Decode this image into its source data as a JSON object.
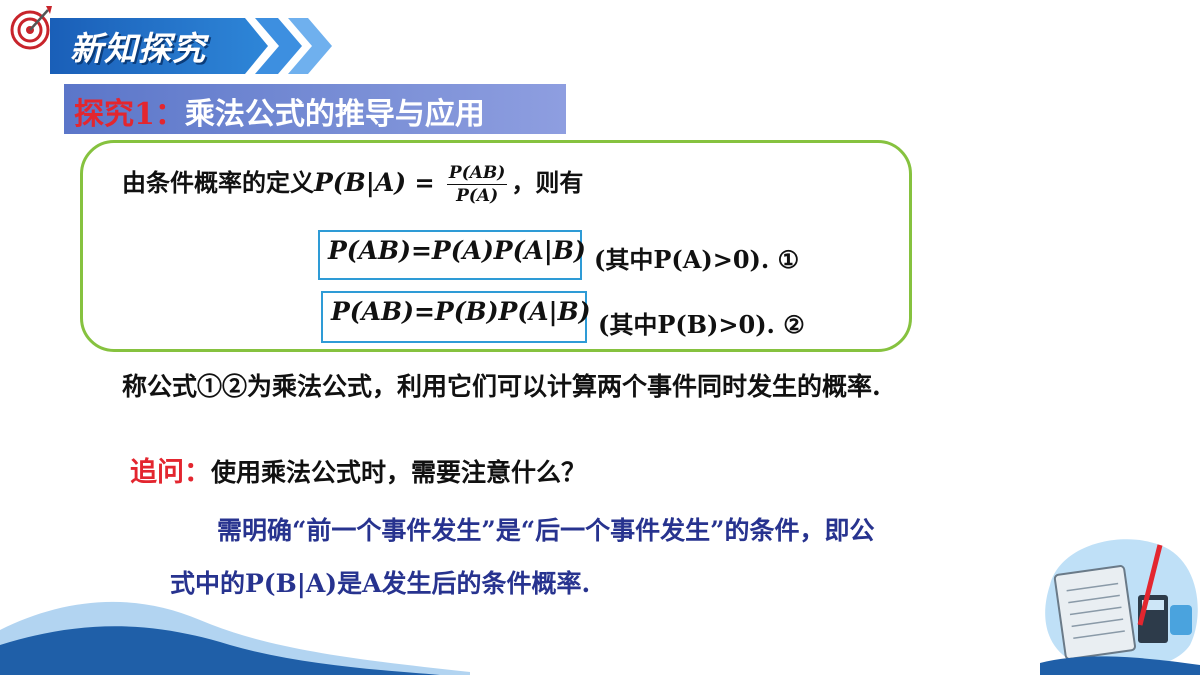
{
  "header": {
    "title": "新知探究"
  },
  "section": {
    "lead": "探究1：",
    "title": "乘法公式的推导与应用"
  },
  "definition": {
    "prefix": "由条件概率的定义",
    "lhs": "P(B|A)",
    "equals": "=",
    "numerator": "P(AB)",
    "denominator": "P(A)",
    "suffix": "，则有"
  },
  "formulas": [
    {
      "text": "P(AB)=P(A)P(A|B)",
      "condition": "(其中P(A)>0).  ①"
    },
    {
      "text": "P(AB)=P(B)P(A|B)",
      "condition": "(其中P(B)>0).  ②"
    }
  ],
  "multiplication_note": "称公式①②为乘法公式，利用它们可以计算两个事件同时发生的概率.",
  "followup": {
    "label": "追问：",
    "question": "使用乘法公式时，需要注意什么？"
  },
  "answer": {
    "line1": "需明确“前一个事件发生”是“后一个事件发生”的条件，即公",
    "line2": "式中的P(B|A)是A发生后的条件概率."
  },
  "colors": {
    "accent_red": "#e3262f",
    "banner_blue": "#1a6cc4",
    "box_green": "#86c23f",
    "formula_border": "#2e9bd6",
    "answer_navy": "#27338f"
  },
  "icons": [
    "dart-target-icon",
    "chevron-arrows-icon",
    "math-notebook-illustration"
  ]
}
